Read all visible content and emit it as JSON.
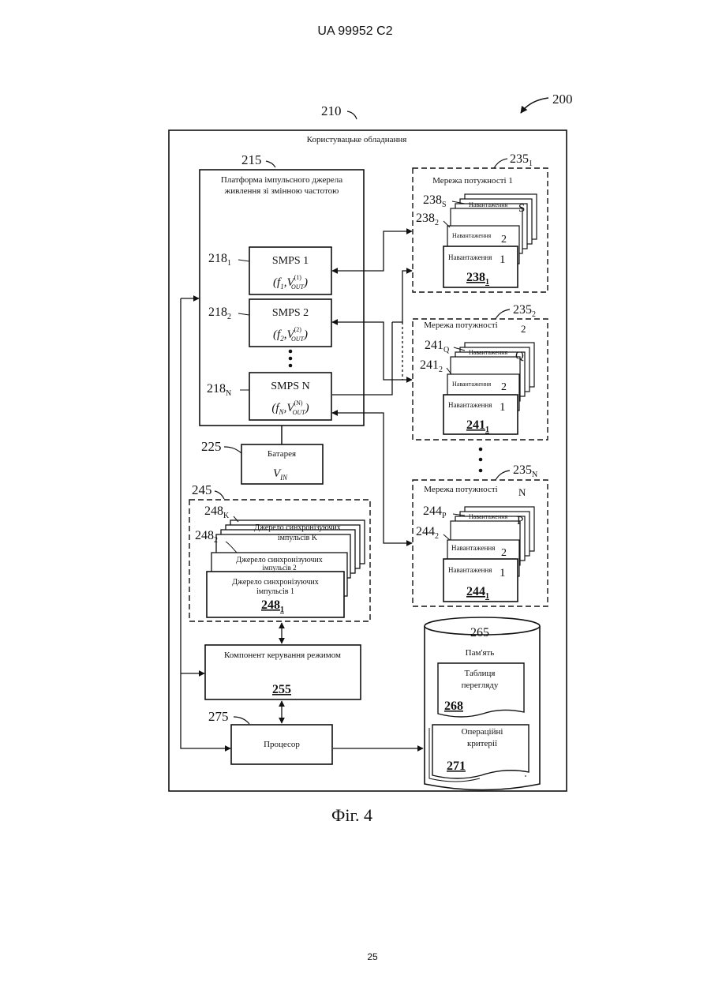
{
  "header": {
    "doc_id": "UA   99952   C2"
  },
  "footer": {
    "page_number": "25"
  },
  "figure": {
    "caption": "Фіг. 4",
    "ref_system": "200",
    "device": {
      "ref": "210",
      "label": "Користувацьке обладнання"
    },
    "platform": {
      "ref": "215",
      "label_line1": "Платформа імпульсного джерела",
      "label_line2": "живлення зі змінною частотою"
    },
    "smps": [
      {
        "ref": "218",
        "sub": "1",
        "name": "SMPS 1",
        "f": "f",
        "fsub": "1",
        "sup": "(1)"
      },
      {
        "ref": "218",
        "sub": "2",
        "name": "SMPS 2",
        "f": "f",
        "fsub": "2",
        "sup": "(2)"
      },
      {
        "ref": "218",
        "sub": "N",
        "name": "SMPS N",
        "f": "f",
        "fsub": "N",
        "sup": "(N)"
      }
    ],
    "vout": "V",
    "vout_sub": "OUT",
    "battery": {
      "ref": "225",
      "label": "Батарея",
      "v": "V",
      "v_sub": "IN"
    },
    "sync": {
      "ref": "245",
      "sources": [
        {
          "ref": "248",
          "sub": "K",
          "line1": "Джерело синхронізуючих",
          "line2": "імпульсів K"
        },
        {
          "ref": "248",
          "sub": "2",
          "line1": "Джерело синхронізуючих",
          "line2": "імпульсів 2"
        },
        {
          "ref": "248",
          "sub": "1",
          "line1": "Джерело синхронізуючих",
          "line2": "імпульсів 1"
        }
      ]
    },
    "mode_control": {
      "ref": "255",
      "label": "Компонент керування режимом"
    },
    "processor": {
      "ref": "275",
      "label": "Процесор"
    },
    "memory": {
      "ref": "265",
      "label": "Пам'ять",
      "table": {
        "ref": "268",
        "line1": "Таблиця",
        "line2": "перегляду"
      },
      "criteria": {
        "ref": "271",
        "line1": "Операційні",
        "line2": "критерії"
      }
    },
    "load_word": "Навантаження",
    "networks": [
      {
        "ref": "235",
        "sub": "1",
        "label": "Мережа потужності 1",
        "num": "",
        "loads": [
          {
            "ref": "238",
            "sub": "S",
            "idx": "S"
          },
          {
            "ref": "238",
            "sub": "2",
            "idx": "2"
          },
          {
            "ref": "238",
            "sub": "1",
            "idx": "1"
          }
        ]
      },
      {
        "ref": "235",
        "sub": "2",
        "label": "Мережа потужності",
        "num": "2",
        "loads": [
          {
            "ref": "241",
            "sub": "Q",
            "idx": "Q"
          },
          {
            "ref": "241",
            "sub": "2",
            "idx": "2"
          },
          {
            "ref": "241",
            "sub": "1",
            "idx": "1"
          }
        ]
      },
      {
        "ref": "235",
        "sub": "N",
        "label": "Мережа потужності",
        "num": "N",
        "loads": [
          {
            "ref": "244",
            "sub": "P",
            "idx": "P"
          },
          {
            "ref": "244",
            "sub": "2",
            "idx": "2"
          },
          {
            "ref": "244",
            "sub": "1",
            "idx": "1"
          }
        ]
      }
    ]
  }
}
